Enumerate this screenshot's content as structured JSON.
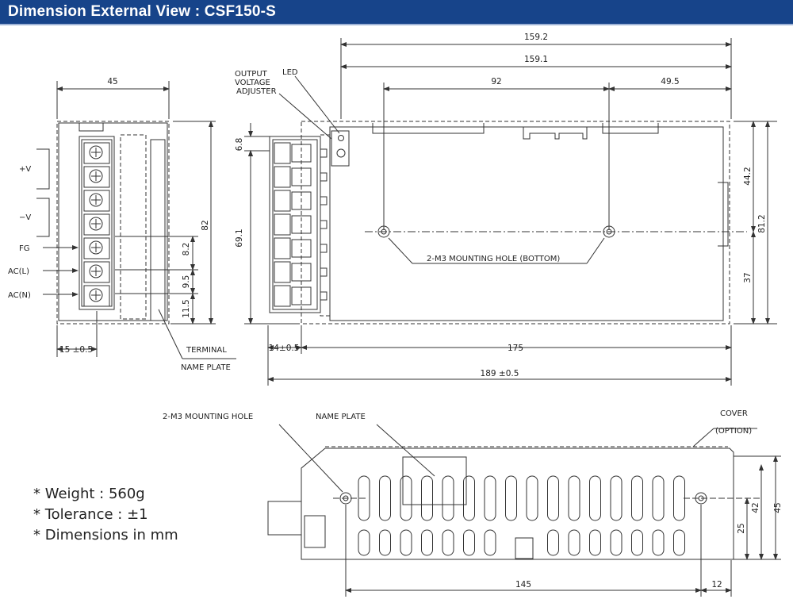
{
  "header": {
    "title": "Dimension External View : CSF150-S",
    "bg": "#17448a"
  },
  "side_view": {
    "width_dim": "45",
    "height_dim": "82",
    "pitch_1": "8.2",
    "pitch_2": "9.5",
    "pitch_3": "11.5",
    "offset_dim": "15 ±0.5",
    "terminals": [
      "+V",
      "−V",
      "FG",
      "AC(L)",
      "AC(N)"
    ],
    "terminal_label": "TERMINAL",
    "nameplate_label": "NAME PLATE"
  },
  "top_view": {
    "dim_159_2": "159.2",
    "dim_159_1": "159.1",
    "dim_92": "92",
    "dim_49_5": "49.5",
    "dim_6_8": "6.8",
    "dim_69_1": "69.1",
    "dim_44_2": "44.2",
    "dim_81_2": "81.2",
    "dim_37": "37",
    "dim_14": "14±0.5",
    "dim_175": "175",
    "dim_189": "189 ±0.5",
    "label_output": "OUTPUT",
    "label_voltage": "VOLTAGE",
    "label_adjuster": "ADJUSTER",
    "label_led": "LED",
    "label_holes": "2-M3 MOUNTING HOLE (BOTTOM)"
  },
  "bottom_view": {
    "label_holes": "2-M3 MOUNTING HOLE",
    "label_nameplate": "NAME PLATE",
    "label_cover": "COVER",
    "label_option": "(OPTION)",
    "dim_145": "145",
    "dim_12": "12",
    "dim_25": "25",
    "dim_42": "42",
    "dim_45": "45"
  },
  "notes": {
    "weight": "* Weight : 560g",
    "tolerance": "* Tolerance : ±1",
    "units": "* Dimensions in mm"
  }
}
